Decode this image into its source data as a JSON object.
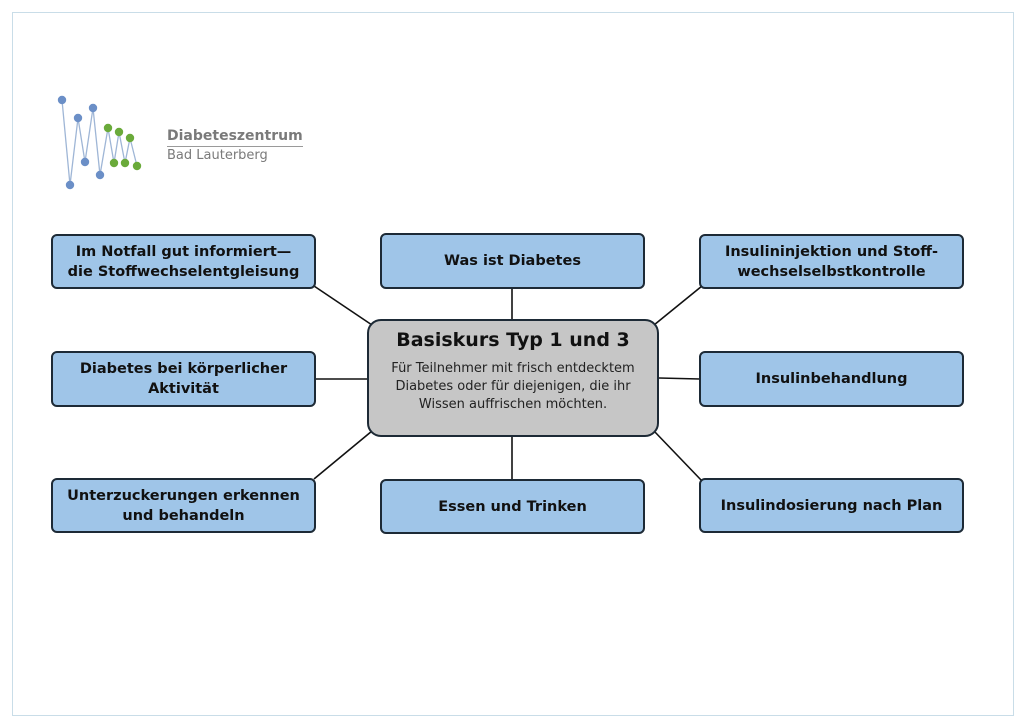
{
  "logo": {
    "name": "Diabeteszentrum",
    "location": "Bad Lauterberg",
    "colors": {
      "blue": "#6b8fc7",
      "green": "#6aaa3a",
      "line": "#9fb6d6"
    }
  },
  "center": {
    "title": "Basiskurs Typ 1 und 3",
    "description": "Für Teilnehmer mit frisch entdecktem Diabetes oder für diejenigen, die ihr Wissen auffrischen möchten."
  },
  "topics": {
    "top_left": "Im Notfall gut informiert—\ndie Stoffwechselentgleisung",
    "top_center": "Was ist Diabetes",
    "top_right": "Insulininjektion und  Stoff-\nwechselselbstkontrolle",
    "middle_left": "Diabetes bei körperlicher\nAktivität",
    "middle_right": "Insulinbehandlung",
    "bottom_left": "Unterzuckerungen erkennen\nund behandeln",
    "bottom_center": "Essen und Trinken",
    "bottom_right": "Insulindosierung nach Plan"
  },
  "colors": {
    "node_fill": "#9fc5e8",
    "center_fill": "#c6c6c6",
    "border": "#1d2a36"
  }
}
